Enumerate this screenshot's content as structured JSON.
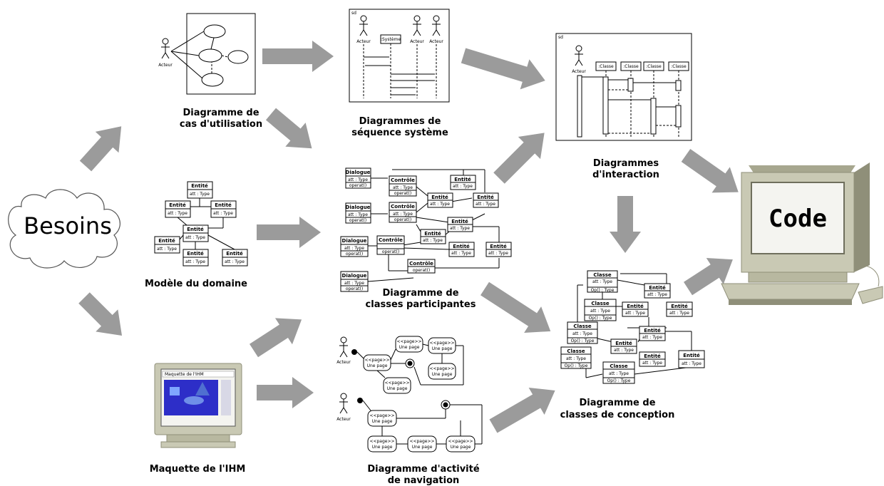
{
  "labels": {
    "besoins": "Besoins",
    "code": "Code",
    "use_case": [
      "Diagramme de",
      "cas d'utilisation"
    ],
    "sequence_system": [
      "Diagrammes de",
      "séquence système"
    ],
    "interaction": [
      "Diagrammes",
      "d'interaction"
    ],
    "domain_model": "Modèle du domaine",
    "participating_classes": [
      "Diagramme de",
      "classes participantes"
    ],
    "design_classes": [
      "Diagramme de",
      "classes de conception"
    ],
    "ui_mockup": "Maquette de l'IHM",
    "navigation_activity": [
      "Diagramme d'activité",
      "de navigation"
    ]
  },
  "mini": {
    "actor": "Acteur",
    "system": ":Système",
    "classe_obj": ":Classe",
    "sd": "sd",
    "entite": "Entité",
    "att_type": "att : Type",
    "dialogue": "Dialogue",
    "controle": "Contrôle",
    "operat": "operat()",
    "classe": "Classe",
    "op_type": "Op() : Type",
    "page_stereo": "<<page>>",
    "une_page": "Une page",
    "mockup_title": "Maquette de l'IHM"
  },
  "colors": {
    "arrow": "#9b9b9b",
    "monitor_body": "#c9c9b4",
    "monitor_dark": "#8f8f79",
    "screen": "#f4f4f0",
    "mockup_blue": "#2d2ec8"
  }
}
